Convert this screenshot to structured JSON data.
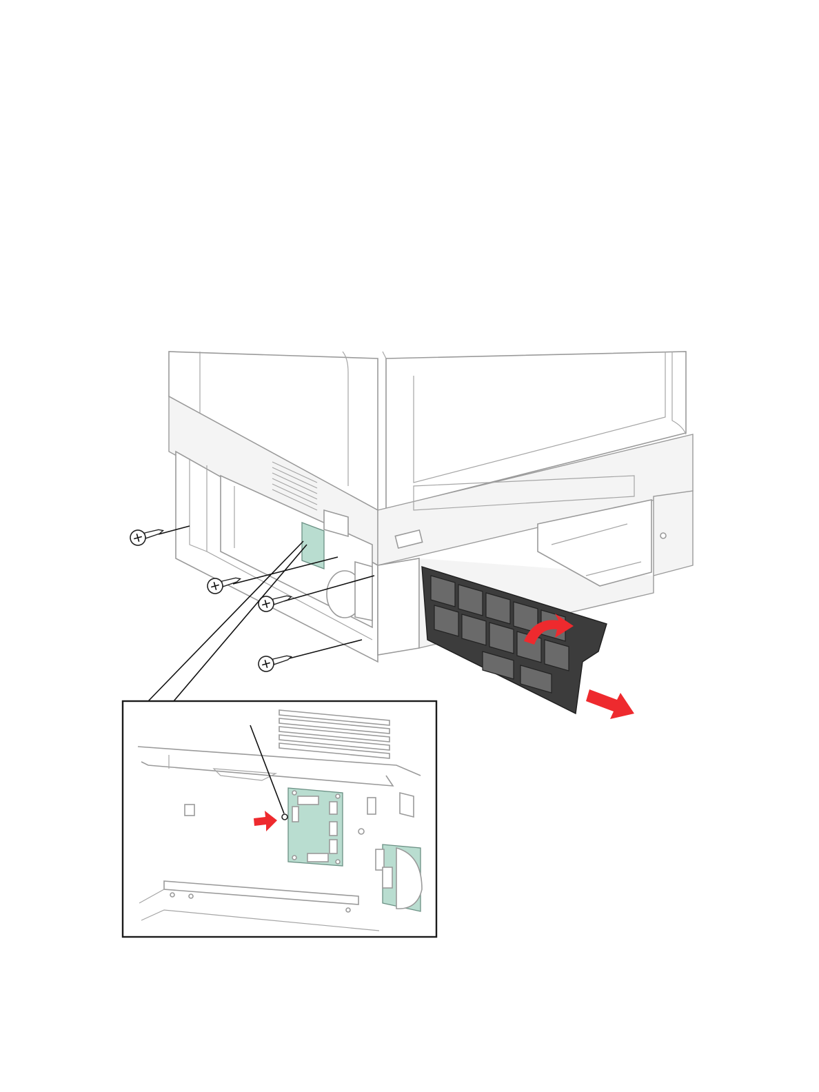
{
  "diagram": {
    "callouts": {
      "screws": [
        "screw-upper-left",
        "screw-middle-left",
        "screw-middle",
        "screw-lower"
      ],
      "inset_target": "harness-screw"
    },
    "colors": {
      "arrow": "#ee2a2e",
      "board": "#b9ddd0",
      "tray_cover": "#3c3c3c",
      "chassis_line": "#9a9a9a",
      "inset_frame": "#1a1a1a"
    },
    "icons": [
      "screw-icon",
      "curved-arrow-icon",
      "straight-arrow-icon",
      "push-arrow-icon"
    ]
  }
}
